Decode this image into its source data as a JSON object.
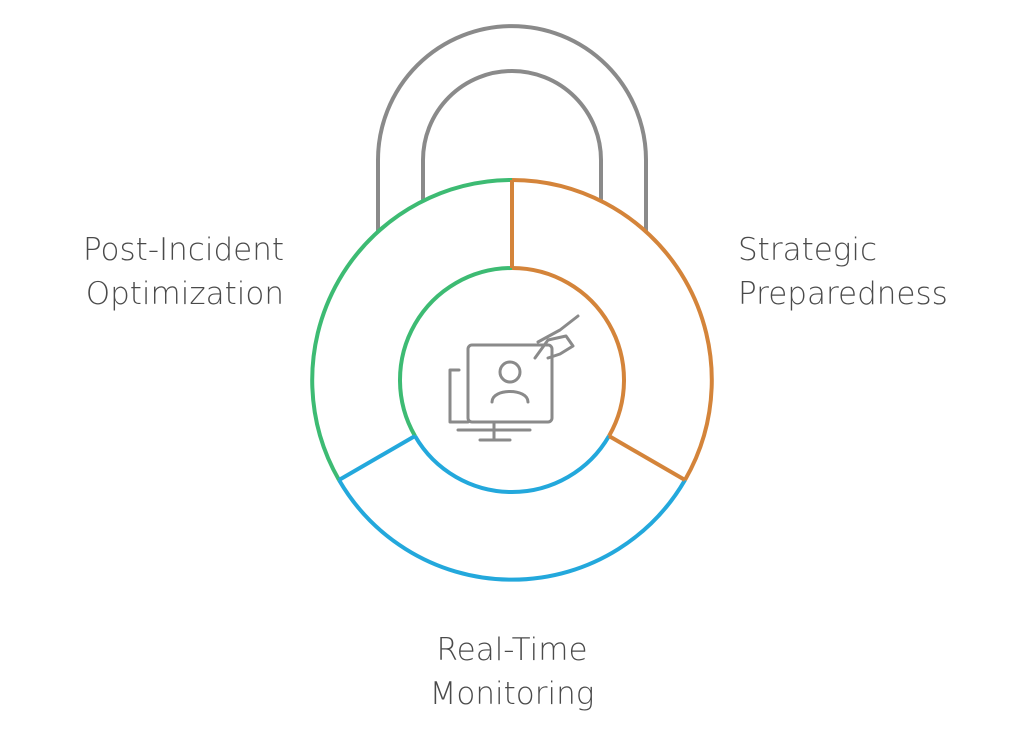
{
  "segments": [
    {
      "id": "post-incident",
      "lines": [
        "Post-Incident",
        "Optimization"
      ],
      "color": "#3dbb73"
    },
    {
      "id": "strategic",
      "lines": [
        "Strategic",
        "Preparedness"
      ],
      "color": "#d4843a"
    },
    {
      "id": "real-time",
      "lines": [
        "Real-Time",
        "Monitoring"
      ],
      "color": "#23a8dc"
    }
  ],
  "shackle_color": "#8a8a8a",
  "icon_color": "#8a8a8a",
  "center_icon": "monitor-user-touch-icon"
}
